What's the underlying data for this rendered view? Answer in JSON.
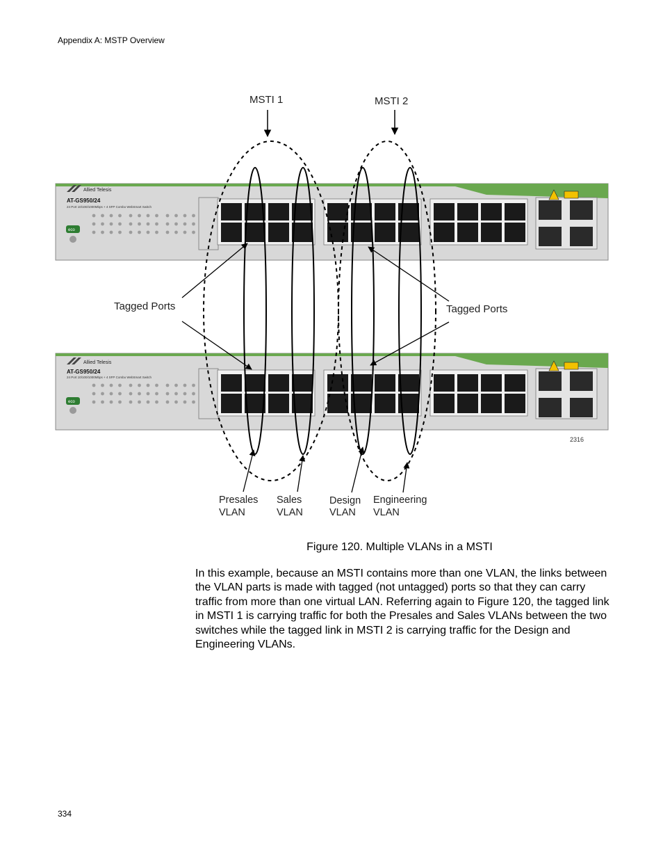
{
  "header": {
    "section": "Appendix A: MSTP Overview"
  },
  "figure": {
    "msti_1": "MSTI 1",
    "msti_2": "MSTI 2",
    "tagged_ports_left": "Tagged Ports",
    "tagged_ports_right": "Tagged Ports",
    "switch_brand": "Allied Telesis",
    "switch_model": "AT-GS950/24",
    "switch_desc": "24 Port 10/100/1000Mbps + 4 SFP Combo WebSmart Switch",
    "eco_label": "eco",
    "figure_id": "2316",
    "vlans": [
      {
        "line1": "Presales",
        "line2": "VLAN"
      },
      {
        "line1": "Sales",
        "line2": "VLAN"
      },
      {
        "line1": "Design",
        "line2": "VLAN"
      },
      {
        "line1": "Engineering",
        "line2": "VLAN"
      }
    ]
  },
  "caption": "Figure 120. Multiple VLANs in a MSTI",
  "paragraph": "In this example, because an MSTI contains more than one VLAN, the links between the VLAN parts is made with tagged (not untagged) ports so that they can carry traffic from more than one virtual LAN. Referring again to Figure 120, the tagged link in MSTI 1 is carrying traffic for both the Presales and Sales VLANs between the two switches while the tagged link in MSTI 2 is carrying traffic for the Design and Engineering VLANs.",
  "footer": {
    "page_number": "334"
  },
  "colors": {
    "switch_green": "#6aa84f",
    "switch_body": "#d8d8d8",
    "port_dark": "#1a1a1a"
  }
}
